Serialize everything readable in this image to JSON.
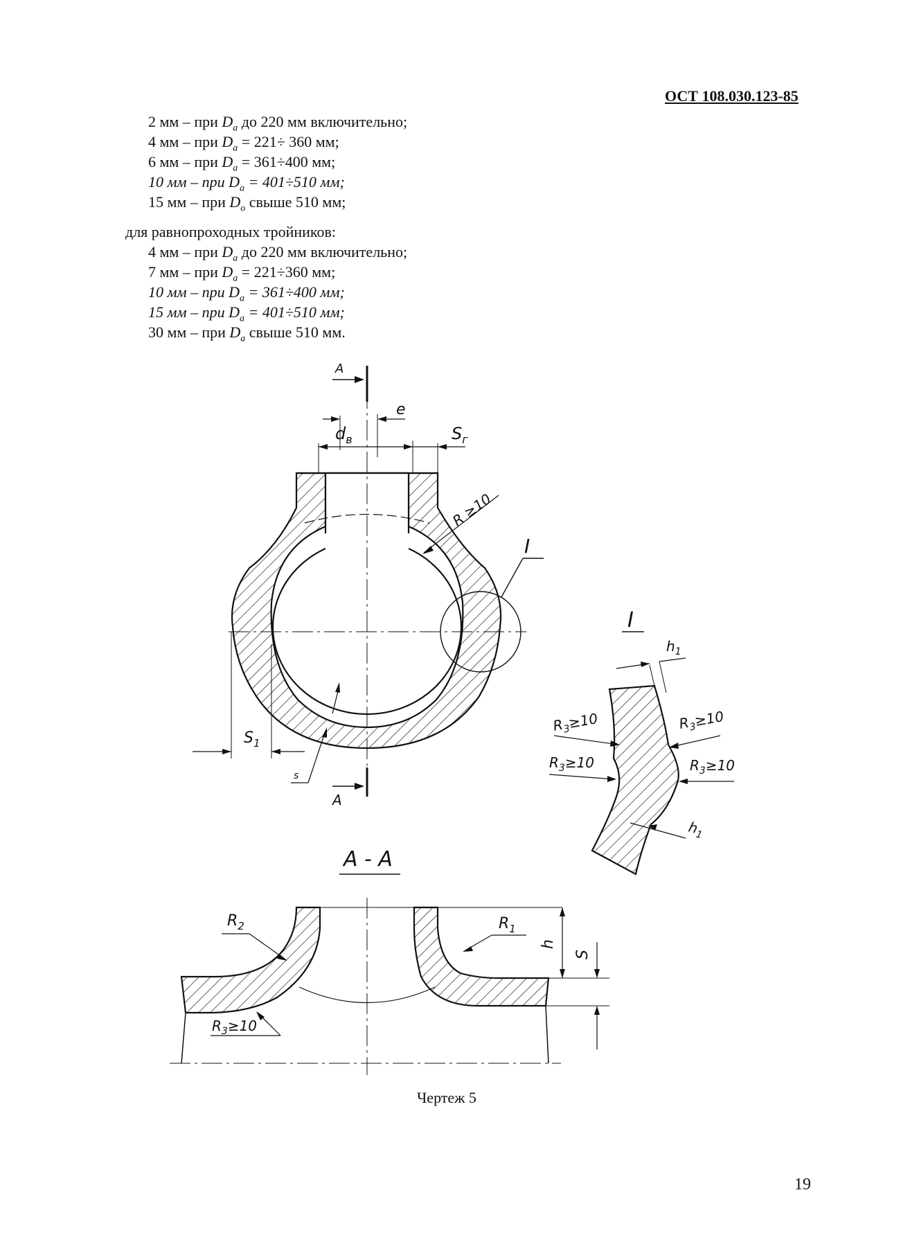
{
  "header": {
    "doc_code": "ОСТ 108.030.123-85"
  },
  "list_a": [
    {
      "num": "2",
      "text_pre": "мм – при",
      "da": "D",
      "sub": "a",
      "text_post": "до 220 мм включительно;",
      "italic": false
    },
    {
      "num": "4",
      "text_pre": "мм – при",
      "da": "D",
      "sub": "a",
      "text_post": "= 221÷ 360 мм;",
      "italic": false
    },
    {
      "num": "6",
      "text_pre": "мм – при",
      "da": "D",
      "sub": "a",
      "text_post": "= 361÷400 мм;",
      "italic": false
    },
    {
      "num": "10",
      "text_pre": "мм – при",
      "da": "D",
      "sub": "a",
      "text_post": "= 401÷510 мм;",
      "italic": true
    },
    {
      "num": "15",
      "text_pre": "мм – при",
      "da": "D",
      "sub": "o",
      "text_post": "свыше 510 мм;",
      "italic": false
    }
  ],
  "section_b_title": "для равнопроходных тройников:",
  "list_b": [
    {
      "num": "4",
      "text_pre": "мм – при",
      "da": "D",
      "sub": "a",
      "text_post": "до 220 мм включительно;",
      "italic": false
    },
    {
      "num": "7",
      "text_pre": "мм – при",
      "da": "D",
      "sub": "a",
      "text_post": "= 221÷360 мм;",
      "italic": false
    },
    {
      "num": "10",
      "text_pre": "мм – при",
      "da": "D",
      "sub": "a",
      "text_post": "= 361÷400 мм;",
      "italic": true
    },
    {
      "num": "15",
      "text_pre": "мм – при",
      "da": "D",
      "sub": "a",
      "text_post": "= 401÷510 мм;",
      "italic": true
    },
    {
      "num": "30",
      "text_pre": "мм – при",
      "da": "D",
      "sub": "a",
      "text_post": "свыше 510 мм.",
      "italic": false
    }
  ],
  "drawing": {
    "labels": {
      "section_mark": "A",
      "e": "e",
      "d_b": "d",
      "d_b_sub": "в",
      "s_r": "S",
      "s_r_sub": "г",
      "r_min": "R ≥10",
      "detail_mark": "I",
      "s1": "S",
      "s1_sub": "1",
      "s_small": "s",
      "section_title": "A - A",
      "r1": "R",
      "r1_sub": "1",
      "r2": "R",
      "r2_sub": "2",
      "r3": "R",
      "r3_sub": "3",
      "r3_val": "≥10",
      "h": "h",
      "s": "S",
      "h1": "h",
      "h1_sub": "1"
    }
  },
  "caption": "Чертеж 5",
  "page_number": "19"
}
